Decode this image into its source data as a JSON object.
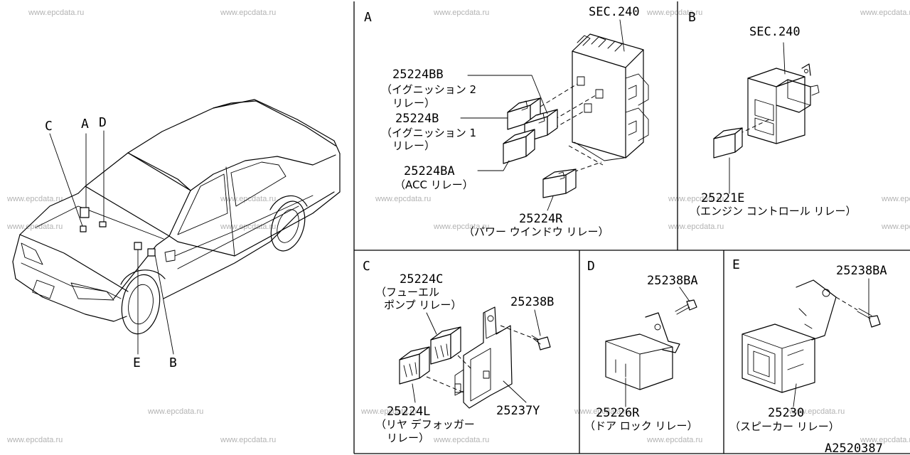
{
  "watermark": "www.epcdata.ru",
  "figure_id": "A2520387",
  "car_callouts": {
    "a": "A",
    "b": "B",
    "c": "C",
    "d": "D",
    "e": "E"
  },
  "panels": {
    "a": {
      "letter": "A",
      "section_ref": "SEC.240",
      "parts": [
        {
          "number": "25224BB",
          "desc_line1": "（イグニッション 2",
          "desc_line2": "リレー）"
        },
        {
          "number": "25224B",
          "desc_line1": "（イグニッション 1",
          "desc_line2": "リレー）"
        },
        {
          "number": "25224BA",
          "desc_line1": "（ACC リレー）"
        },
        {
          "number": "25224R",
          "desc_line1": "（パワー ウインドウ リレー）"
        }
      ]
    },
    "b": {
      "letter": "B",
      "section_ref": "SEC.240",
      "parts": [
        {
          "number": "25221E",
          "desc_line1": "（エンジン コントロール リレー）"
        }
      ]
    },
    "c": {
      "letter": "C",
      "parts": [
        {
          "number": "25224C",
          "desc_line1": "（フューエル",
          "desc_line2": "ポンプ リレー）"
        },
        {
          "number": "25238B"
        },
        {
          "number": "25224L",
          "desc_line1": "（リヤ デフォッガー",
          "desc_line2": "リレー）"
        },
        {
          "number": "25237Y"
        }
      ]
    },
    "d": {
      "letter": "D",
      "parts": [
        {
          "number": "25238BA"
        },
        {
          "number": "25226R",
          "desc_line1": "（ドア ロック リレー）"
        }
      ]
    },
    "e": {
      "letter": "E",
      "parts": [
        {
          "number": "25238BA"
        },
        {
          "number": "25230",
          "desc_line1": "（スピーカー リレー）"
        }
      ]
    }
  }
}
